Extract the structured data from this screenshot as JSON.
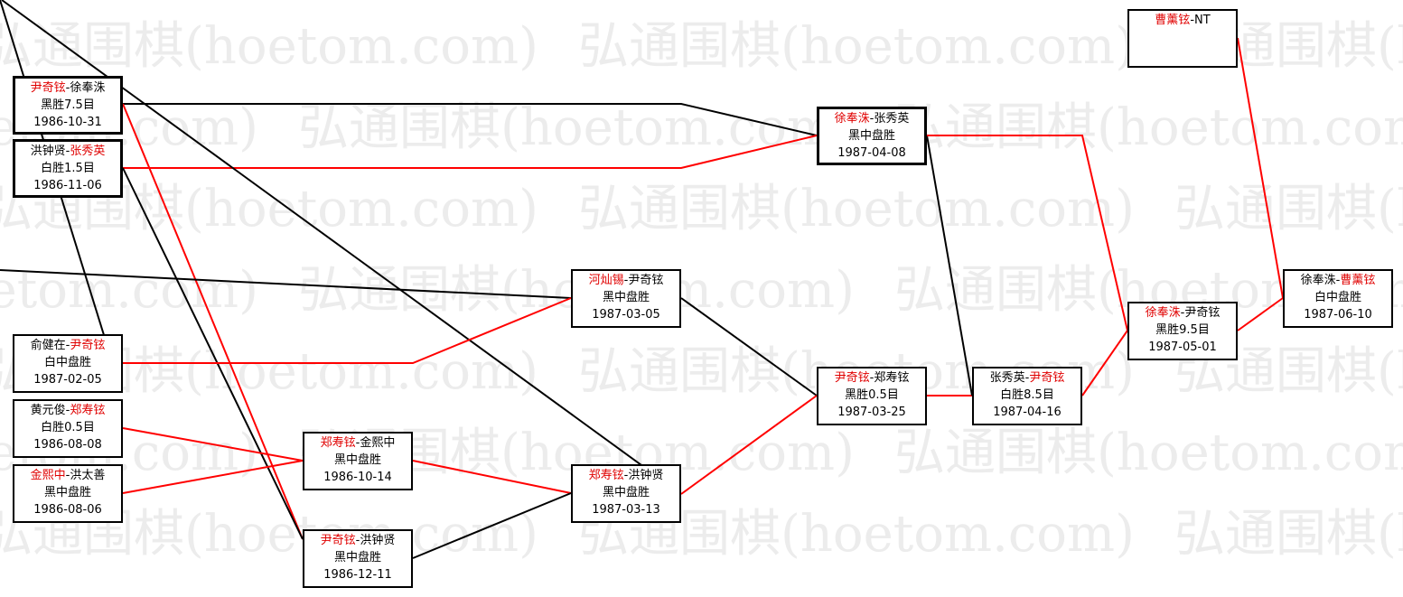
{
  "watermark": "弘通围棋(hoetom.com)",
  "colors": {
    "winner": "#e00000",
    "line_black": "#000000",
    "line_red": "#ff0000",
    "watermark": "#ececec"
  },
  "games": [
    {
      "id": "A",
      "black": "尹奇铉",
      "white": "徐奉洙",
      "winner": "black",
      "result": "黑胜7.5目",
      "date": "1986-10-31"
    },
    {
      "id": "B",
      "black": "洪钟贤",
      "white": "张秀英",
      "winner": "white",
      "result": "白胜1.5目",
      "date": "1986-11-06"
    },
    {
      "id": "C",
      "black": "俞健在",
      "white": "尹奇铉",
      "winner": "white",
      "result": "白中盘胜",
      "date": "1987-02-05"
    },
    {
      "id": "D",
      "black": "黄元俊",
      "white": "郑寿铉",
      "winner": "white",
      "result": "白胜0.5目",
      "date": "1986-08-08"
    },
    {
      "id": "E",
      "black": "金熙中",
      "white": "洪太善",
      "winner": "black",
      "result": "黑中盘胜",
      "date": "1986-08-06"
    },
    {
      "id": "F",
      "black": "郑寿铉",
      "white": "金熙中",
      "winner": "black",
      "result": "黑中盘胜",
      "date": "1986-10-14"
    },
    {
      "id": "G",
      "black": "尹奇铉",
      "white": "洪钟贤",
      "winner": "black",
      "result": "黑中盘胜",
      "date": "1986-12-11"
    },
    {
      "id": "H",
      "black": "河灿锡",
      "white": "尹奇铉",
      "winner": "black",
      "result": "黑中盘胜",
      "date": "1987-03-05"
    },
    {
      "id": "I",
      "black": "郑寿铉",
      "white": "洪钟贤",
      "winner": "black",
      "result": "黑中盘胜",
      "date": "1987-03-13"
    },
    {
      "id": "J",
      "black": "徐奉洙",
      "white": "张秀英",
      "winner": "black",
      "result": "黑中盘胜",
      "date": "1987-04-08"
    },
    {
      "id": "K",
      "black": "尹奇铉",
      "white": "郑寿铉",
      "winner": "black",
      "result": "黑胜0.5目",
      "date": "1987-03-25"
    },
    {
      "id": "L",
      "black": "张秀英",
      "white": "尹奇铉",
      "winner": "white",
      "result": "白胜8.5目",
      "date": "1987-04-16"
    },
    {
      "id": "M",
      "black": "徐奉洙",
      "white": "尹奇铉",
      "winner": "black",
      "result": "黑胜9.5目",
      "date": "1987-05-01"
    },
    {
      "id": "N",
      "black": "徐奉洙",
      "white": "曹薰铉",
      "winner": "white",
      "result": "白中盘胜",
      "date": "1987-06-10"
    },
    {
      "id": "O",
      "black": "曹薰铉",
      "white": "NT",
      "winner": "black",
      "result": "",
      "date": ""
    }
  ]
}
